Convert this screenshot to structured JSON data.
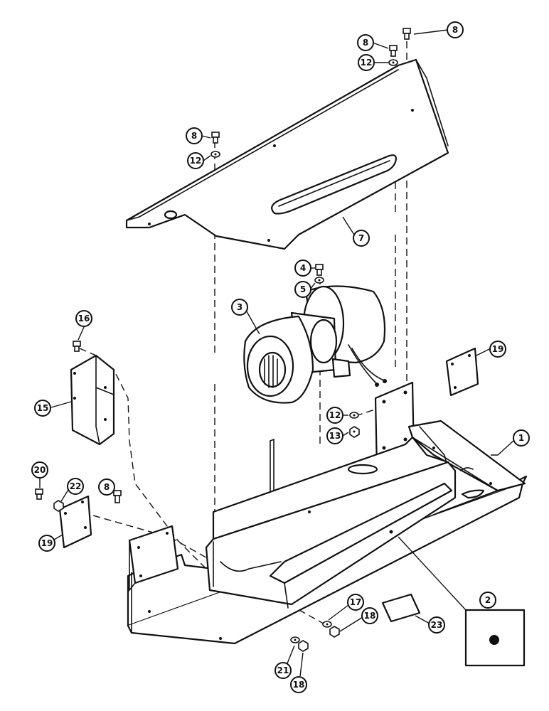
{
  "callouts": [
    {
      "label": "8"
    },
    {
      "label": "8"
    },
    {
      "label": "12"
    },
    {
      "label": "8"
    },
    {
      "label": "12"
    },
    {
      "label": "7"
    },
    {
      "label": "4"
    },
    {
      "label": "5"
    },
    {
      "label": "3"
    },
    {
      "label": "16"
    },
    {
      "label": "19"
    },
    {
      "label": "15"
    },
    {
      "label": "12"
    },
    {
      "label": "13"
    },
    {
      "label": "1"
    },
    {
      "label": "20"
    },
    {
      "label": "22"
    },
    {
      "label": "8"
    },
    {
      "label": "19"
    },
    {
      "label": "2"
    },
    {
      "label": "17"
    },
    {
      "label": "18"
    },
    {
      "label": "23"
    },
    {
      "label": "21"
    },
    {
      "label": "18"
    }
  ]
}
